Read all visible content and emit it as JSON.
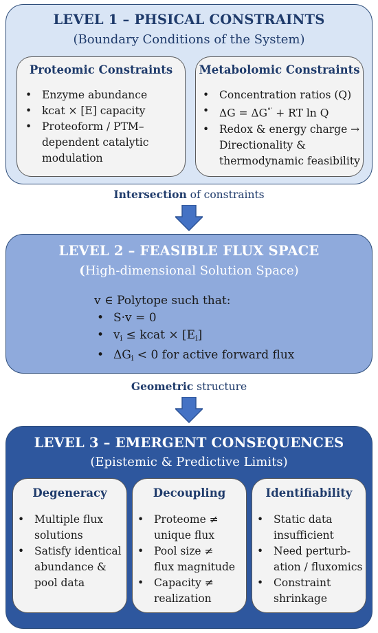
{
  "level1": {
    "title": "LEVEL 1 – PHSICAL CONSTRAINTS",
    "subtitle": "(Boundary Conditions of the System)",
    "proteomic": {
      "title": "Proteomic Constraints",
      "items": [
        "Enzyme abundance",
        "kcat × [E] capacity",
        "Proteoform / PTM–",
        "dependent catalytic",
        "modulation"
      ]
    },
    "metabolomic": {
      "title": "Metabolomic Constraints",
      "items": [
        "Concentration ratios (Q)",
        "ΔG = ΔG",
        "°′",
        " + RT ln Q",
        "Redox & energy charge →",
        "Directionality &",
        "thermodynamic feasibility"
      ]
    }
  },
  "connector1": {
    "bold": "Intersection",
    "rest": " of constraints"
  },
  "level2": {
    "title": "LEVEL 2 – FEASIBLE FLUX SPACE",
    "subtitle_paren": "(",
    "subtitle": "High-dimensional Solution Space)",
    "intro": "v ∈ Polytope such that:",
    "item1": "S·v = 0",
    "item2_a": "v",
    "item2_sub": "i",
    "item2_b": " ≤ kcat × [E",
    "item2_sub2": "i",
    "item2_c": "]",
    "item3_a": "ΔG",
    "item3_sub": "i",
    "item3_b": "  < 0 for active forward flux"
  },
  "connector2": {
    "bold": "Geometric",
    "rest": " structure"
  },
  "level3": {
    "title": "LEVEL 3 – EMERGENT CONSEQUENCES",
    "subtitle": "(Epistemic & Predictive Limits)",
    "degeneracy": {
      "title": "Degeneracy",
      "items": [
        "Multiple flux",
        "solutions",
        "Satisfy identical",
        "abundance &",
        "pool data"
      ]
    },
    "decoupling": {
      "title": "Decoupling",
      "items": [
        "Proteome ≠",
        "unique flux",
        "Pool size ≠",
        "flux magnitude",
        "Capacity ≠",
        "realization"
      ]
    },
    "identifiability": {
      "title": "Identifiability",
      "items": [
        "Static data",
        "insufficient",
        "Need perturb-",
        "ation / fluxomics",
        "Constraint",
        "shrinkage"
      ]
    }
  },
  "colors": {
    "level1_fill": "#d9e5f5",
    "level2_fill": "#8faadc",
    "level3_fill": "#2e579e",
    "arrow": "#4472c4",
    "title_text": "#1f3b6b"
  }
}
